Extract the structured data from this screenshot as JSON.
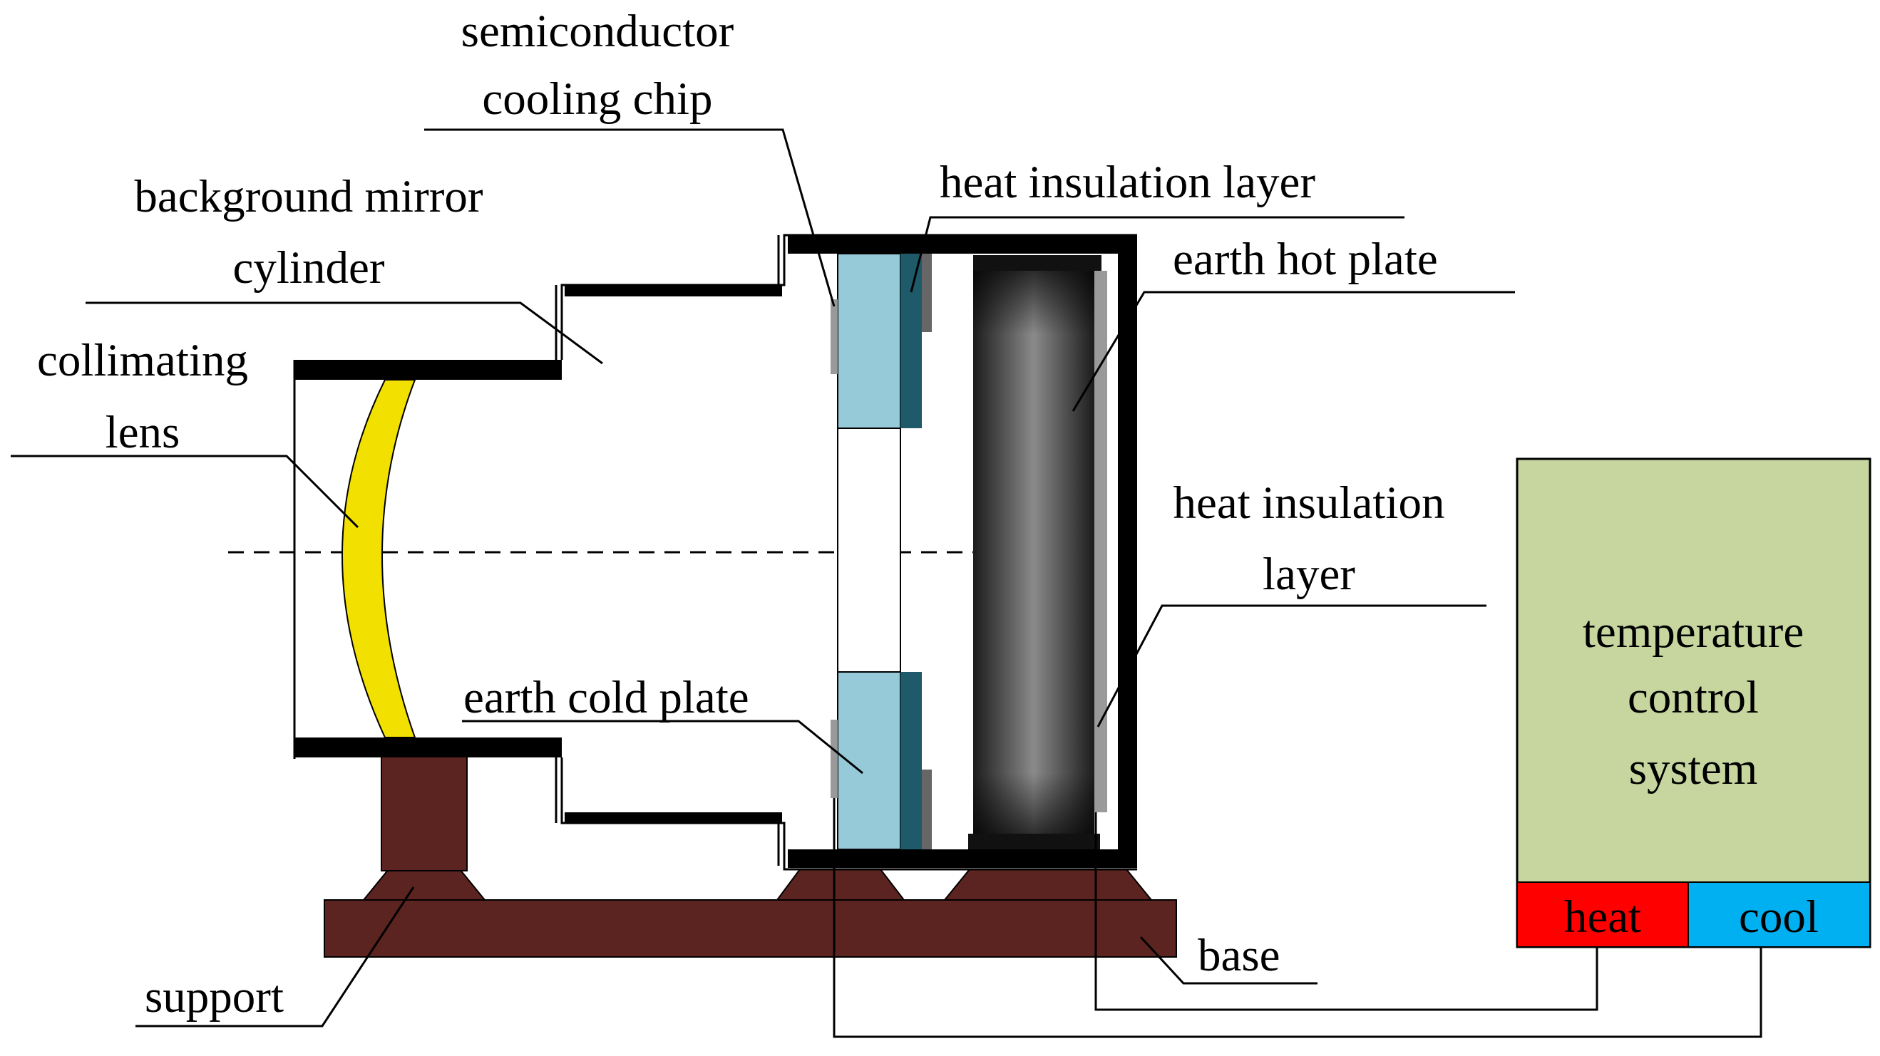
{
  "labels": {
    "semiconductor_chip_1": "semiconductor",
    "semiconductor_chip_2": "cooling chip",
    "heat_insulation_top": "heat insulation layer",
    "earth_hot_plate": "earth hot plate",
    "background_mirror_1": "background mirror",
    "background_mirror_2": "cylinder",
    "collimating_lens_1": "collimating",
    "collimating_lens_2": "lens",
    "heat_insulation_right_1": "heat insulation",
    "heat_insulation_right_2": "layer",
    "earth_cold_plate": "earth cold plate",
    "support": "support",
    "base": "base"
  },
  "controller": {
    "title_1": "temperature",
    "title_2": "control",
    "title_3": "system",
    "heat": "heat",
    "cool": "cool"
  },
  "colors": {
    "lens": "#f2e000",
    "support_base": "#5c2420",
    "cold_plate": "#96cad9",
    "insulation_dark": "#1f5a6a",
    "hot_plate_dark": "#1c1c1c",
    "hot_plate_light": "#8a8a8a",
    "controller_bg": "#c6d69e",
    "heat": "#ff0000",
    "cool": "#00b0f0"
  }
}
